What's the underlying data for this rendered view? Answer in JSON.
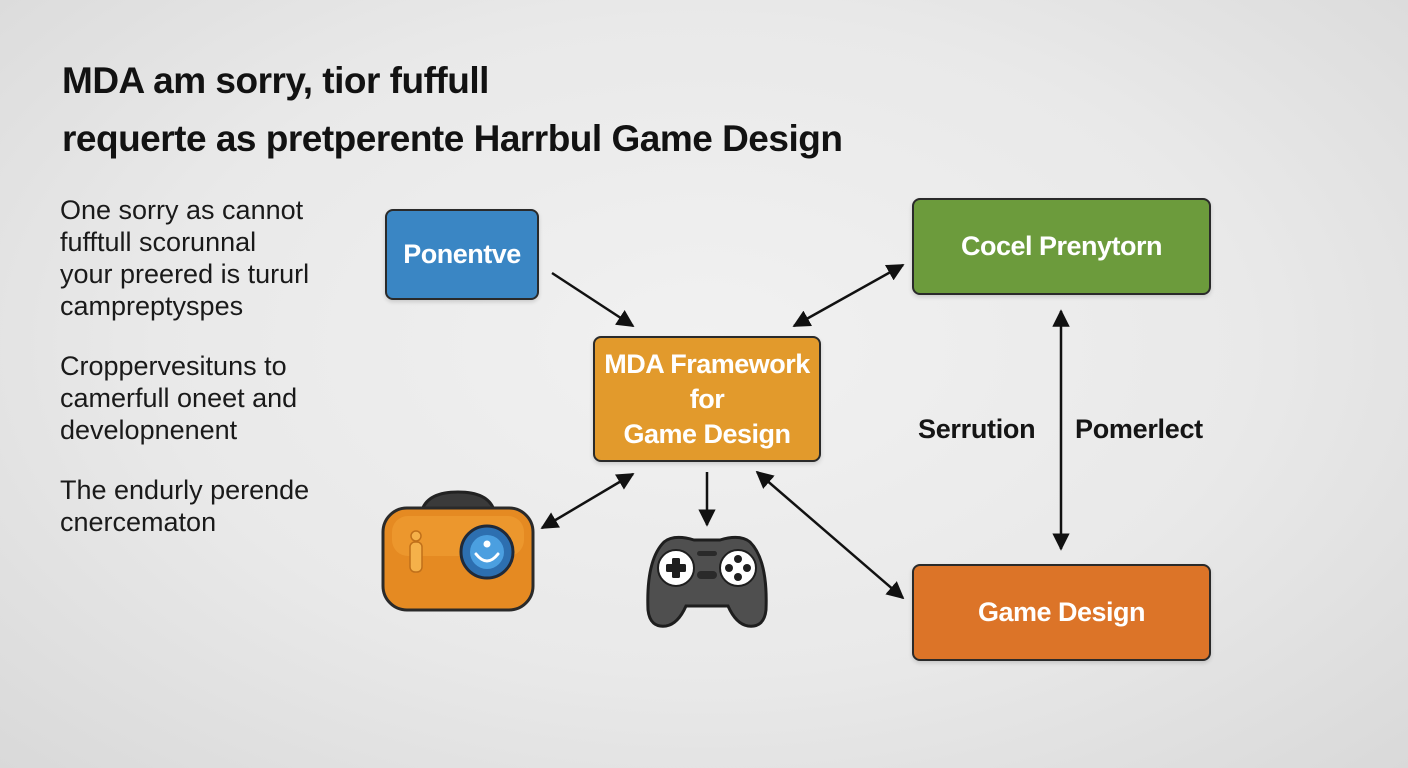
{
  "title": {
    "line1": "MDA am sorry, tior fuffull",
    "line2": "requerte as pretperente Harrbul Game Design"
  },
  "side_text": {
    "paragraphs": [
      {
        "lines": [
          "One sorry as cannot",
          "fufftull scorunnal",
          "your preered is tururl",
          "campreptyspes"
        ]
      },
      {
        "lines": [
          "Croppervesituns to",
          "camerfull oneet and",
          "developnenent"
        ]
      },
      {
        "lines": [
          "The endurly perende",
          "cnercematon"
        ]
      }
    ]
  },
  "nodes": {
    "top_left": {
      "label": "Ponentve",
      "color": "#3a86c4"
    },
    "top_right": {
      "label": "Cocel Prenytorn",
      "color": "#6c9b3c"
    },
    "center": {
      "lines": [
        "MDA Framework",
        "for",
        "Game Design"
      ],
      "color": "#e29a2c"
    },
    "bottom_right": {
      "label": "Game Design",
      "color": "#dc7428"
    }
  },
  "edge_labels": {
    "left": "Serrution",
    "right": "Pomerlect"
  },
  "icons": {
    "handheld": "handheld-console-icon",
    "gamepad": "gamepad-icon"
  }
}
